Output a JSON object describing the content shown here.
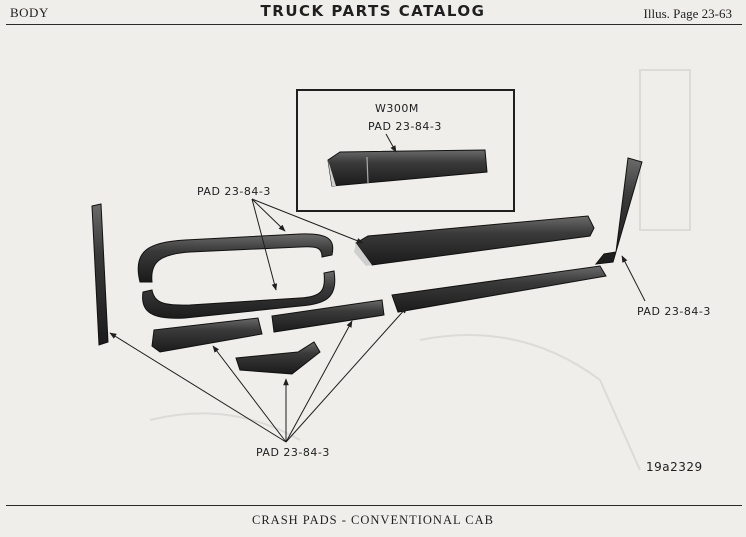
{
  "header": {
    "section": "BODY",
    "title": "TRUCK PARTS CATALOG",
    "page": "Illus. Page 23-63"
  },
  "inset": {
    "model": "W300M",
    "part_label": "PAD 23-84-3"
  },
  "callouts": {
    "upper_left": "PAD 23-84-3",
    "right": "PAD 23-84-3",
    "bottom": "PAD 23-84-3"
  },
  "figure_number": "19a2329",
  "caption": "CRASH PADS - CONVENTIONAL CAB"
}
